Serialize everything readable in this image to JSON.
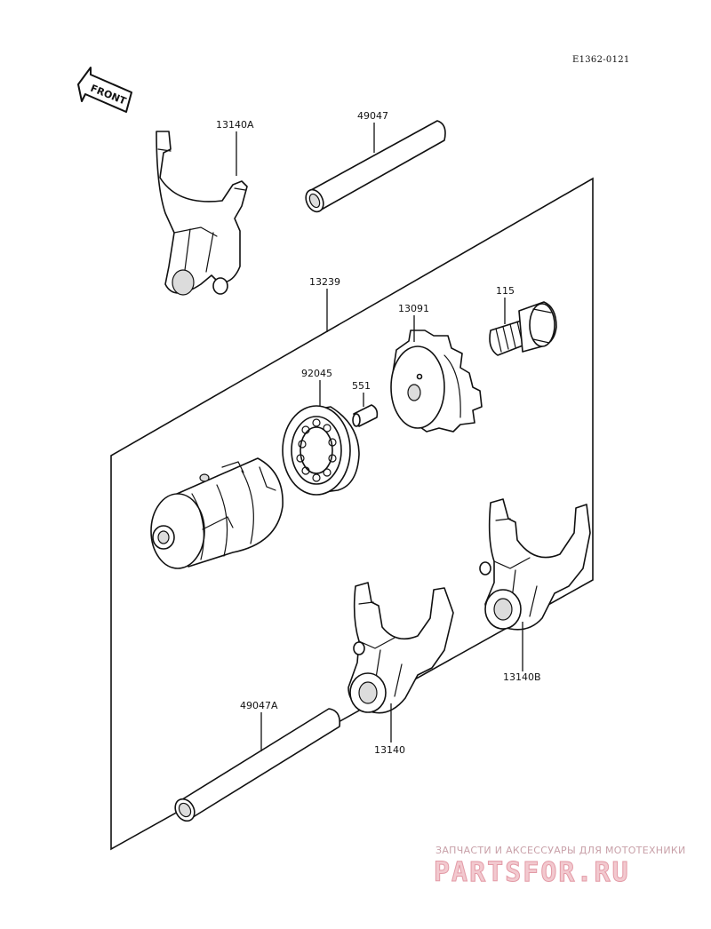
{
  "diagram": {
    "reference_code": "E1362-0121",
    "direction_label": "FRONT",
    "parts": [
      {
        "id": "13140A"
      },
      {
        "id": "49047"
      },
      {
        "id": "13239"
      },
      {
        "id": "115"
      },
      {
        "id": "13091"
      },
      {
        "id": "92045"
      },
      {
        "id": "551"
      },
      {
        "id": "13140B"
      },
      {
        "id": "49047A"
      },
      {
        "id": "13140"
      }
    ]
  },
  "watermark": {
    "subtitle": "ЗАПЧАСТИ И АКСЕССУАРЫ ДЛЯ МОТОТЕХНИКИ",
    "brand": "PARTSFOR.RU"
  }
}
